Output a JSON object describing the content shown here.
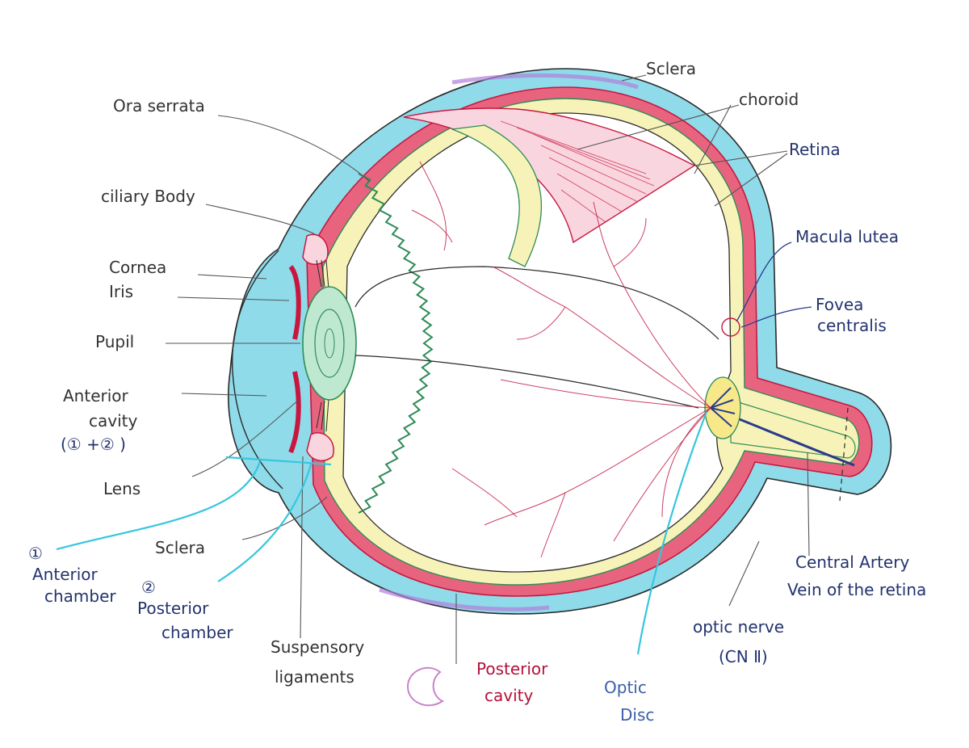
{
  "labels": {
    "sclera_top": "Sclera",
    "choroid": "choroid",
    "retina": "Retina",
    "ora_serrata": "Ora serrata",
    "ciliary_body": "ciliary Body",
    "cornea": "Cornea",
    "iris": "Iris",
    "pupil": "Pupil",
    "anterior_cavity_1": "Anterior",
    "anterior_cavity_2": "cavity",
    "anterior_cavity_3": "(① +② )",
    "lens": "Lens",
    "sclera_bottom": "Sclera",
    "anterior_chamber_num": "①",
    "anterior_chamber_1": "Anterior",
    "anterior_chamber_2": "chamber",
    "posterior_chamber_num": "②",
    "posterior_chamber_1": "Posterior",
    "posterior_chamber_2": "chamber",
    "suspensory_1": "Suspensory",
    "suspensory_2": "ligaments",
    "posterior_cavity_1": "Posterior",
    "posterior_cavity_2": "cavity",
    "optic_disc_1": "Optic",
    "optic_disc_2": "Disc",
    "optic_nerve_1": "optic nerve",
    "optic_nerve_2": "(CN Ⅱ)",
    "central_artery_1": "Central Artery",
    "central_artery_2": "Vein of the retina",
    "macula_lutea": "Macula lutea",
    "fovea_1": "Fovea",
    "fovea_2": "centralis"
  },
  "colors": {
    "sclera": "#8fdbea",
    "sclera_edge": "#2a2a2a",
    "choroid": "#c8173f",
    "retina": "#f7f3b8",
    "retina_edge": "#2e8b57",
    "ciliary": "#2e8b57",
    "vessels": "#c21f45",
    "nerve_blue": "#2a3b8c",
    "purple": "#b07fd8",
    "lens": "#bfe8d0"
  }
}
